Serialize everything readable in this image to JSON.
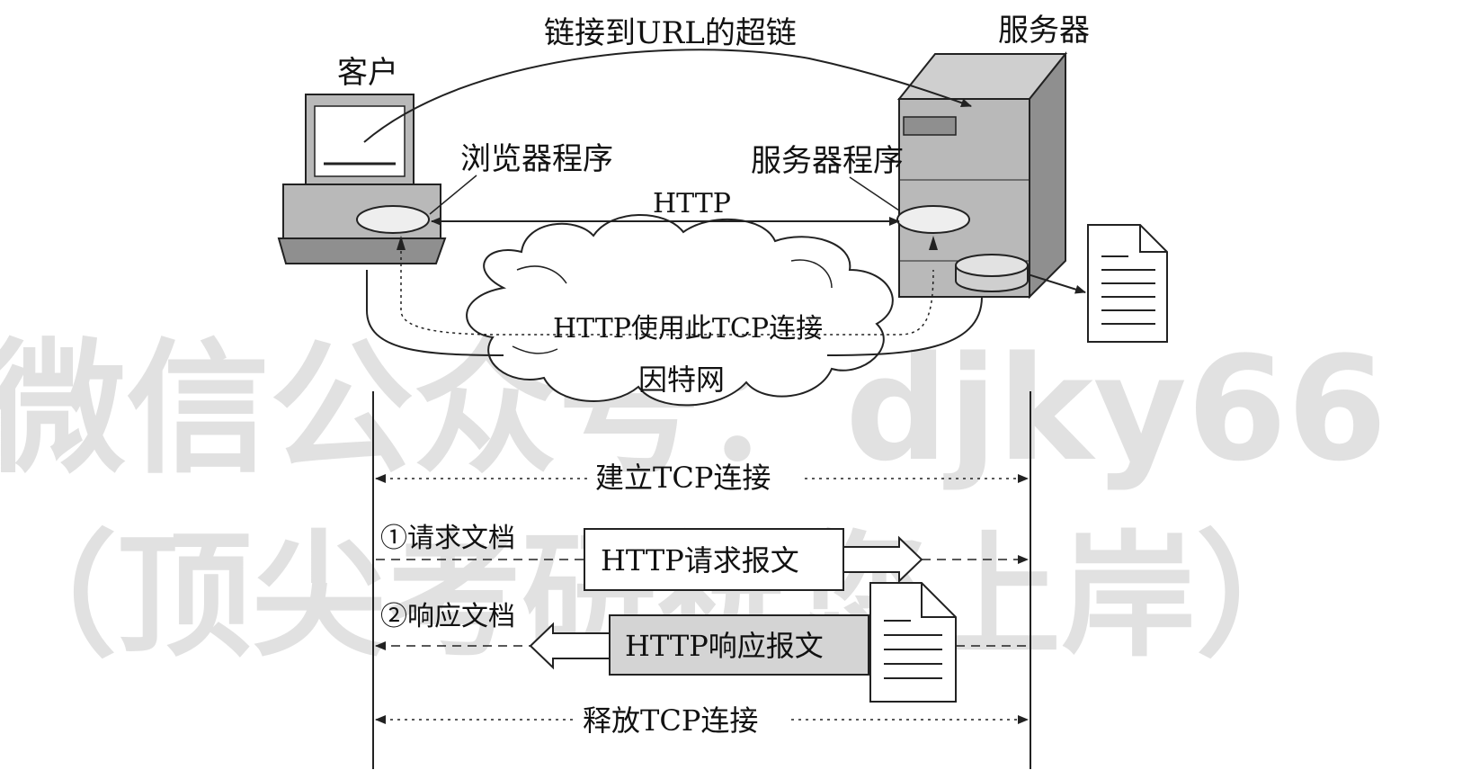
{
  "labels": {
    "hyperlink": "链接到URL的超链",
    "server": "服务器",
    "client": "客户",
    "browser_program": "浏览器程序",
    "server_program": "服务器程序",
    "http": "HTTP",
    "tcp_use": "HTTP使用此TCP连接",
    "internet": "因特网",
    "establish_tcp": "建立TCP连接",
    "request_doc": "①请求文档",
    "http_request": "HTTP请求报文",
    "response_doc": "②响应文档",
    "http_response": "HTTP响应报文",
    "release_tcp": "释放TCP连接"
  },
  "watermark": {
    "line1": "微信公众号：djky66",
    "line2": "（顶尖考研祝您上岸）"
  },
  "colors": {
    "line": "#222222",
    "machine_fill": "#b9b9b9",
    "machine_dark": "#8f8f8f",
    "message_box_fill": "#d4d4d4",
    "watermark": "#d8d8d8"
  }
}
